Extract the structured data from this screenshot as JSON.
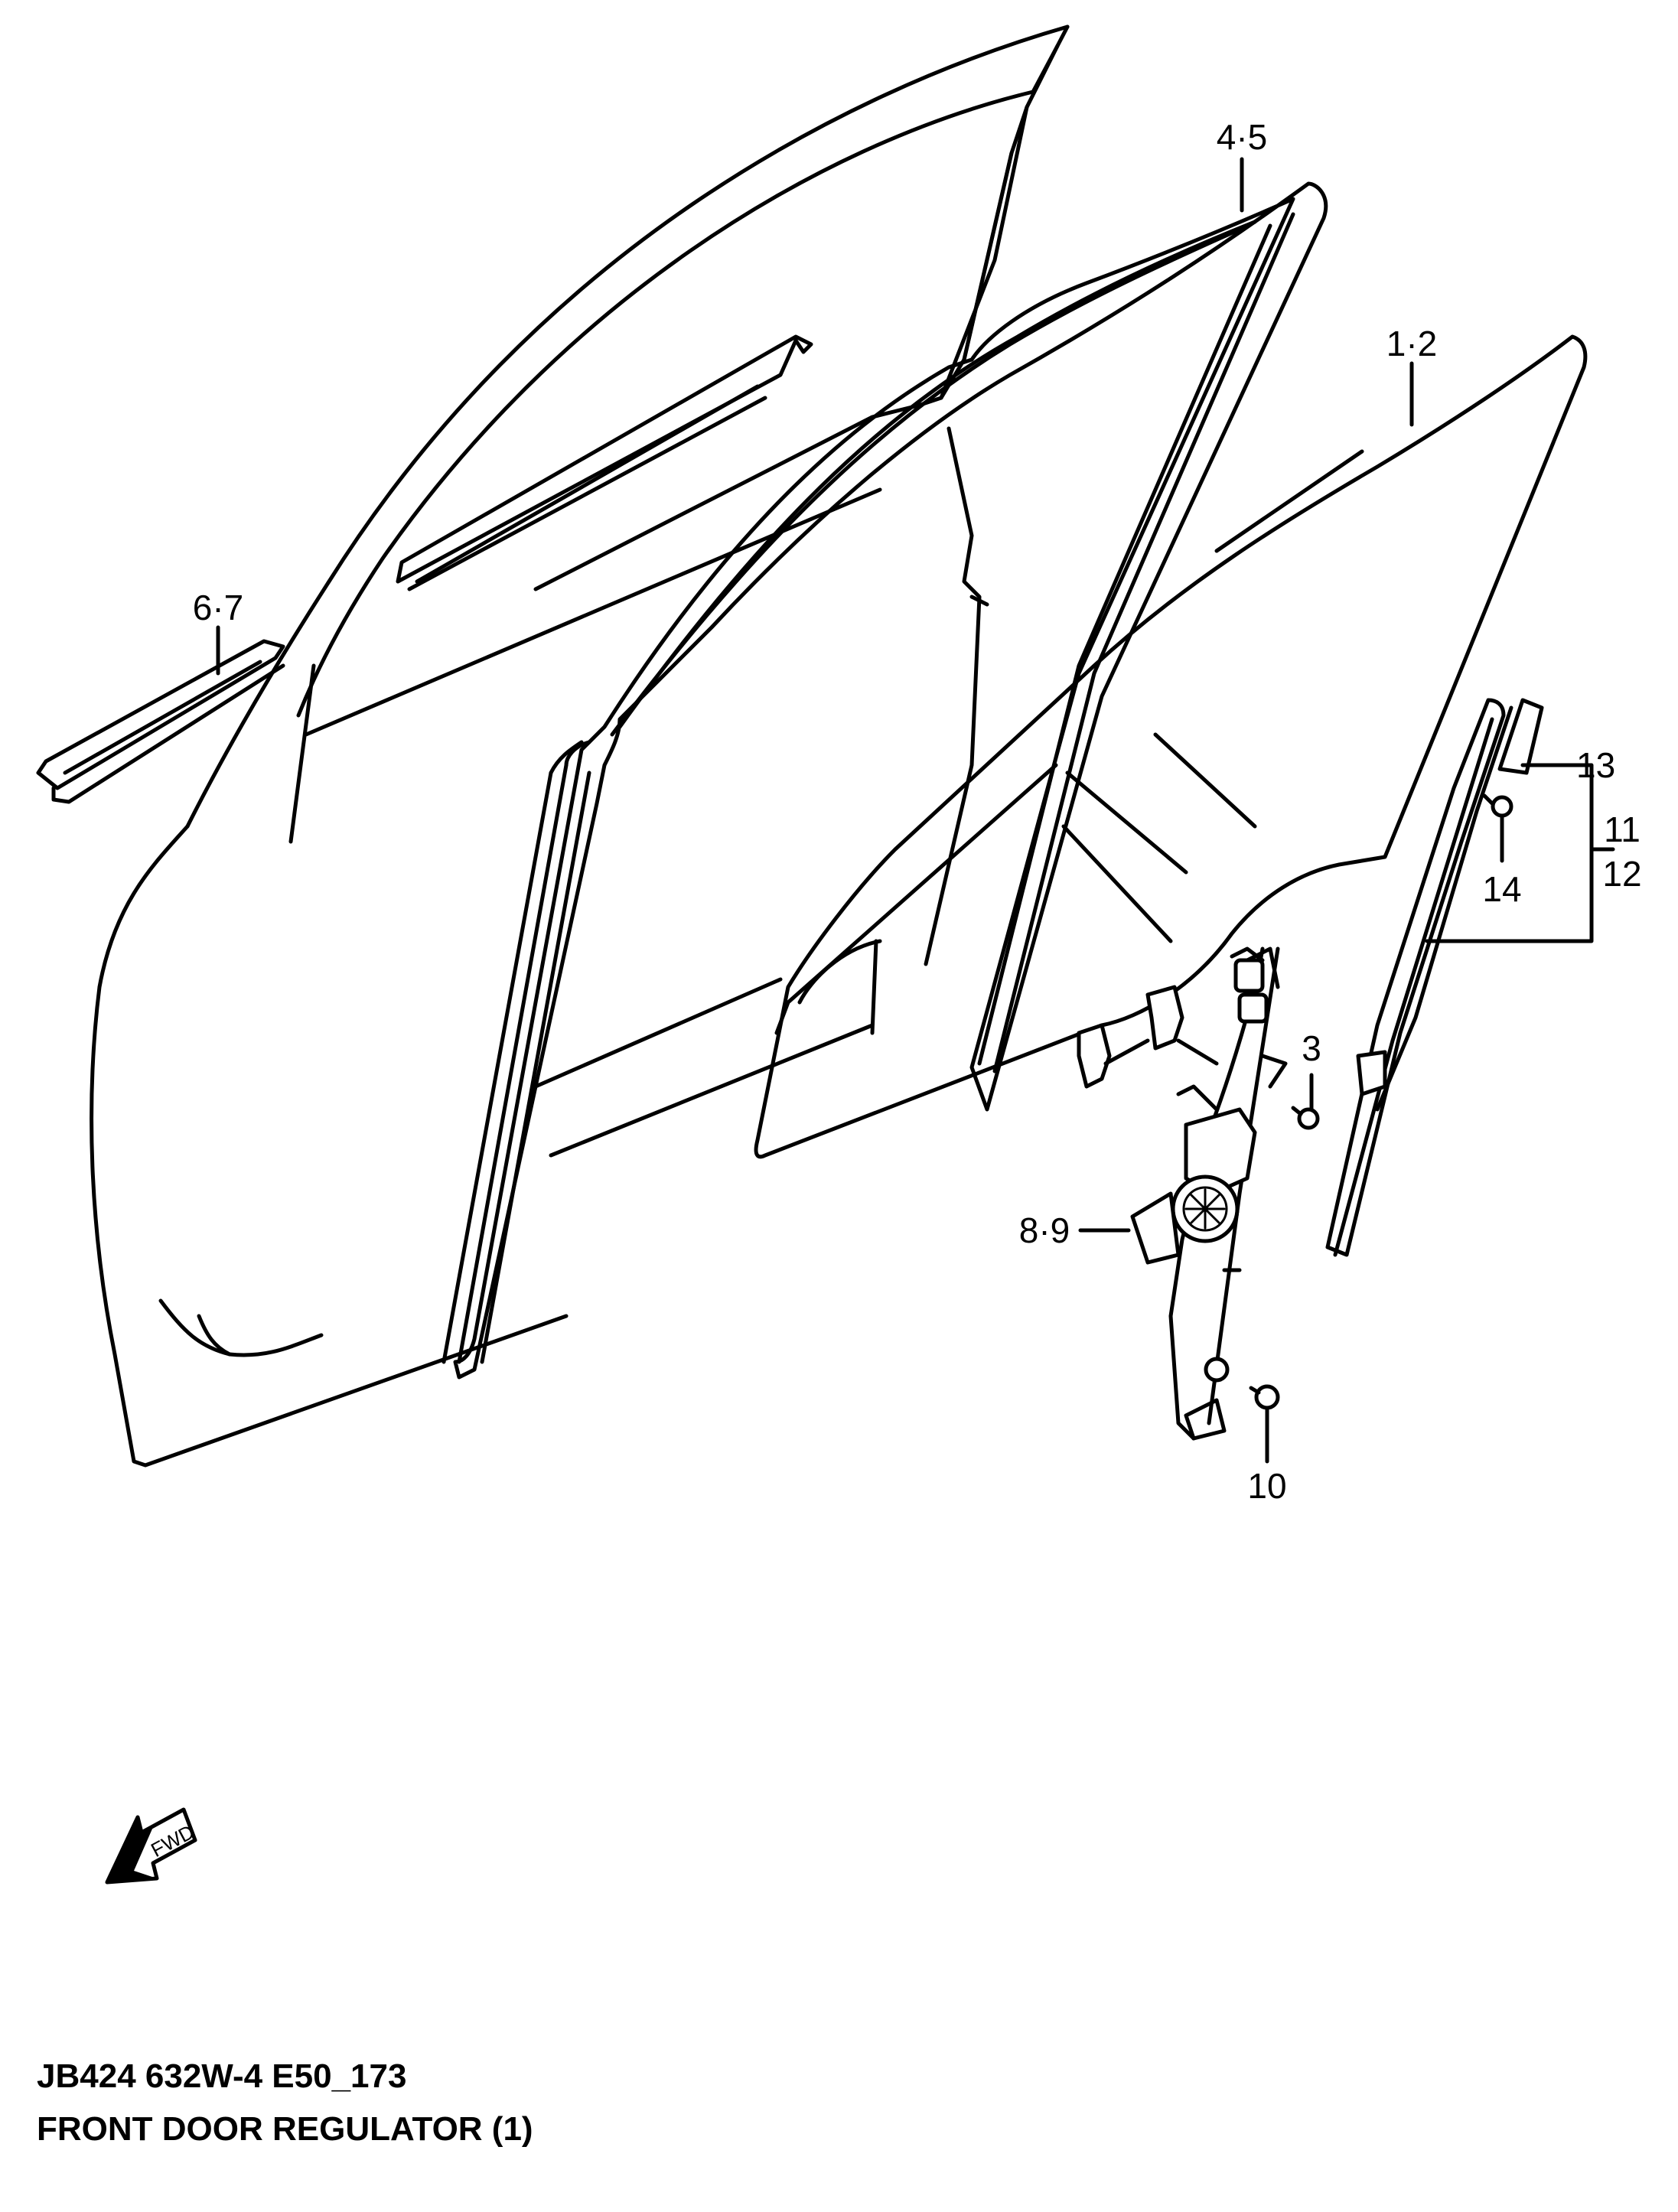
{
  "callouts": {
    "c45": "4·5",
    "c12": "1·2",
    "c67": "6·7",
    "c13": "13",
    "c11": "11",
    "c12b": "12",
    "c14": "14",
    "c3": "3",
    "c89": "8·9",
    "c10": "10"
  },
  "fwd_label": "FWD",
  "footer": {
    "code": "JB424 632W-4 E50_173",
    "title": "FRONT DOOR REGULATOR (1)"
  }
}
